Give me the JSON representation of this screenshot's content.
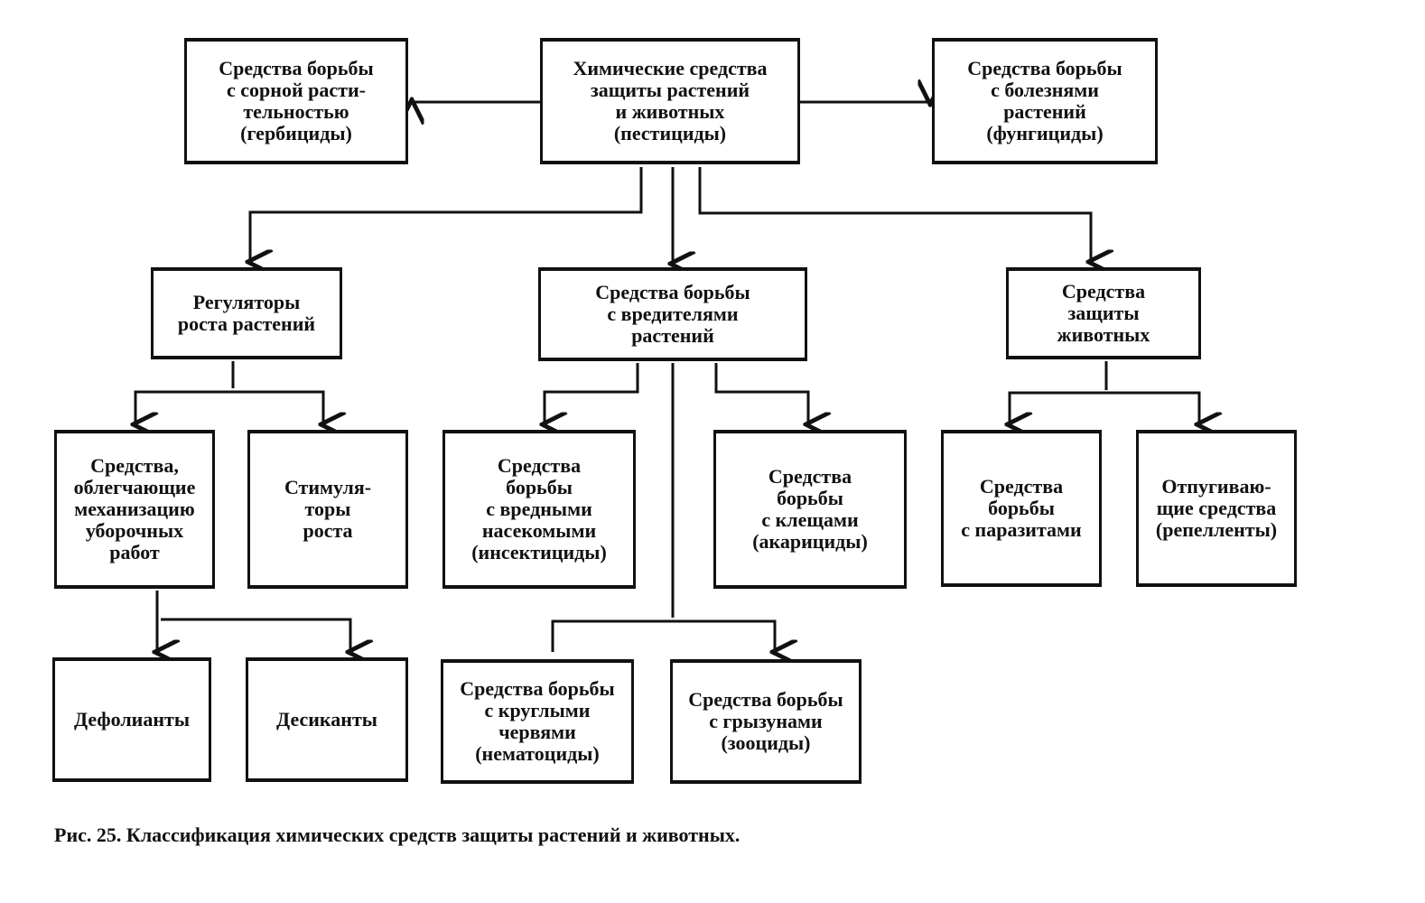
{
  "diagram": {
    "root": "Химические средства\nзащиты растений\nи животных\n(пестициды)",
    "herbicides": "Средства борьбы\nс сорной расти-\nтельностью\n(гербициды)",
    "fungicides": "Средства борьбы\nс болезнями\nрастений\n(фунгициды)",
    "growth_regulators": "Регуляторы\nроста растений",
    "pest_control": "Средства борьбы\nс вредителями\nрастений",
    "animal_protection": "Средства\nзащиты\nживотных",
    "harvest_aids": "Средства,\nоблегчающие\nмеханизацию\nуборочных\nработ",
    "growth_stimulators": "Стимуля-\nторы\nроста",
    "insecticides": "Средства\nборьбы\nс вредными\nнасекомыми\n(инсектициды)",
    "acaricides": "Средства\nборьбы\nс клещами\n(акарициды)",
    "antiparasitics": "Средства\nборьбы\nс паразитами",
    "repellents": "Отпугиваю-\nщие средства\n(репелленты)",
    "defoliants": "Дефолианты",
    "desiccants": "Десиканты",
    "nematocides": "Средства борьбы\nс круглыми\nчервями\n(нематоциды)",
    "zoocides": "Средства борьбы\nс грызунами\n(зооциды)"
  },
  "caption": "Рис. 25. Классификация химических средств защиты растений и животных."
}
